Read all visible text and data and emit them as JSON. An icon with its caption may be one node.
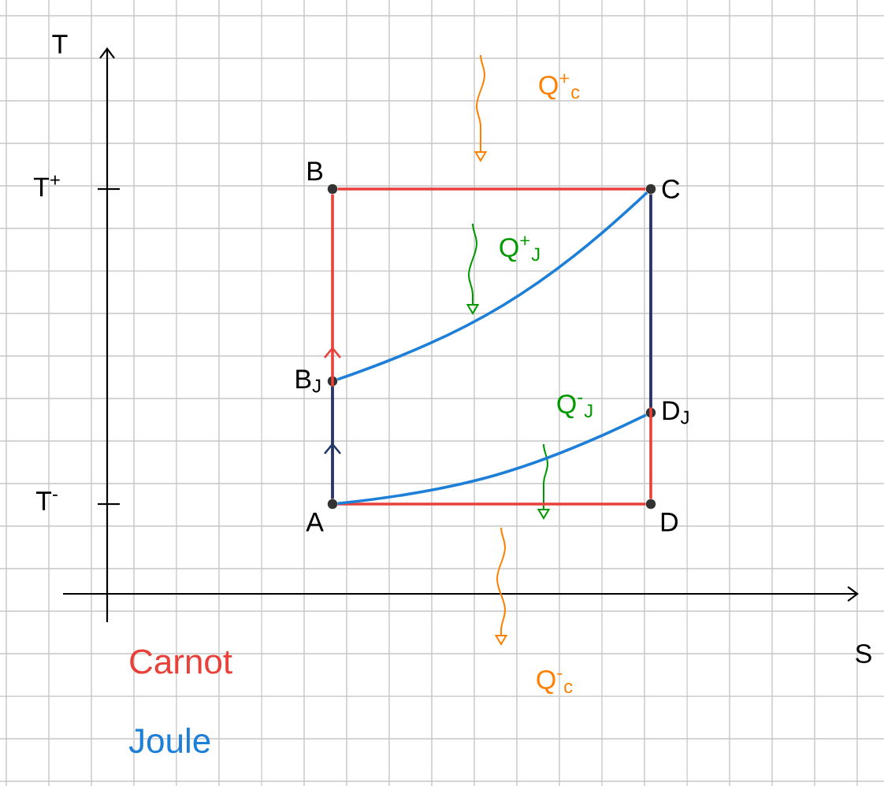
{
  "diagram": {
    "nodes": [
      {
        "text": [
          "A"
        ]
      },
      {
        "text": [
          "B"
        ]
      },
      {
        "text": [
          "C"
        ]
      },
      {
        "text": [
          "D"
        ]
      },
      {
        "text": [
          "B$_{J}$"
        ]
      },
      {
        "text": [
          "D$_{J}$"
        ]
      }
    ],
    "edges": [
      {
        "from": 0,
        "to": 1,
        "arrow": "to",
        "color": "#e8413a"
      },
      {
        "from": 1,
        "to": 2,
        "arrow": "none",
        "color": "#e8413a"
      },
      {
        "from": 2,
        "to": 3,
        "arrow": "none",
        "color": "#e8413a"
      },
      {
        "from": 3,
        "to": 0,
        "arrow": "none",
        "color": "#e8413a"
      },
      {
        "from": 0,
        "to": 4,
        "arrow": "to",
        "color": "#1f3a6a"
      },
      {
        "from": 4,
        "to": 2,
        "arrow": "none",
        "color": "#1e7fd8"
      },
      {
        "from": 2,
        "to": 5,
        "arrow": "none",
        "color": "#1f3a6a"
      },
      {
        "from": 5,
        "to": 0,
        "arrow": "none",
        "color": "#1e7fd8"
      }
    ],
    "labels": [
      "T",
      "T$^{+}$",
      "T$^{-}$",
      "S",
      "Q$^{+}$$_{c}$",
      "Q$^{+}$$_{J}$",
      "Q$^{-}$$_{J}$",
      "Q$^{-}$$_{c}$"
    ],
    "legend": [
      {
        "text": "Carnot",
        "color": "#e8413a"
      },
      {
        "text": "Joule",
        "color": "#1e7fd8"
      }
    ]
  }
}
